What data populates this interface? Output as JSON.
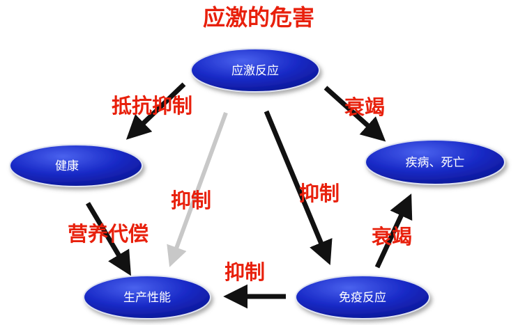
{
  "title": "应激的危害",
  "colors": {
    "node_fill": "#1020b8",
    "node_highlight": "#4a62ee",
    "node_border": "#dfe3f0",
    "label_red": "#e8200c",
    "arrow_black": "#111111",
    "arrow_gray": "#c8c8c8"
  },
  "nodes": {
    "stress": {
      "label": "应激反应"
    },
    "health": {
      "label": "健康"
    },
    "disease": {
      "label": "疾病、死亡"
    },
    "production": {
      "label": "生产性能"
    },
    "immune": {
      "label": "免疫反应"
    }
  },
  "edges": {
    "stress_to_health": {
      "label": "抵抗抑制"
    },
    "stress_to_disease": {
      "label": "衰竭"
    },
    "stress_to_production": {
      "label": "抑制"
    },
    "stress_to_immune": {
      "label": "抑制"
    },
    "health_to_production": {
      "label": "营养代偿"
    },
    "immune_to_disease": {
      "label": "衰竭"
    },
    "immune_to_production": {
      "label": "抑制"
    }
  }
}
